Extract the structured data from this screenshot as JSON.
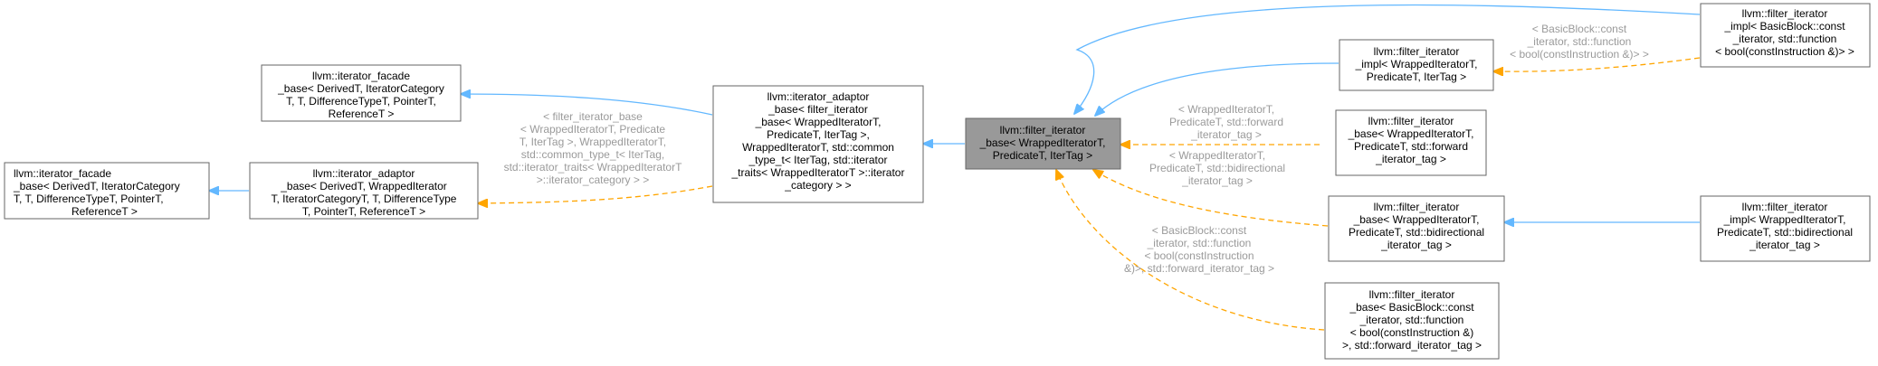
{
  "colors": {
    "inheritance_edge": "#63b8ff",
    "template_edge": "#ffa500",
    "focus_fill": "#999999",
    "node_border": "#666666",
    "edge_label": "#9a9a9a"
  },
  "nodes": {
    "n_facade_left": [
      "llvm::iterator_facade",
      "_base< DerivedT, IteratorCategory",
      "T, T, DifferenceTypeT, PointerT,",
      "ReferenceT >"
    ],
    "n_adaptor_left": [
      "llvm::iterator_adaptor",
      "_base< DerivedT, WrappedIterator",
      "T, IteratorCategoryT, T, DifferenceType",
      "T, PointerT, ReferenceT >"
    ],
    "n_facade_mid": [
      "llvm::iterator_facade",
      "_base< DerivedT, IteratorCategory",
      "T, T, DifferenceTypeT, PointerT,",
      "ReferenceT >"
    ],
    "n_adaptor_mid": [
      "llvm::iterator_adaptor",
      "_base< filter_iterator",
      "_base< WrappedIteratorT,",
      "PredicateT, IterTag >,",
      "WrappedIteratorT, std::common",
      "_type_t< IterTag, std::iterator",
      "_traits< WrappedIteratorT >::iterator",
      "_category > >"
    ],
    "n_focus": [
      "llvm::filter_iterator",
      "_base< WrappedIteratorT,",
      "PredicateT, IterTag >"
    ],
    "n_impl_mid": [
      "llvm::filter_iterator",
      "_impl< WrappedIteratorT,",
      "PredicateT, IterTag >"
    ],
    "n_impl_bb": [
      "llvm::filter_iterator",
      "_impl< BasicBlock::const",
      "_iterator, std::function",
      "< bool(constInstruction &)> >"
    ],
    "n_base_fwd": [
      "llvm::filter_iterator",
      "_base< WrappedIteratorT,",
      "PredicateT, std::forward",
      "_iterator_tag >"
    ],
    "n_base_bidi": [
      "llvm::filter_iterator",
      "_base< WrappedIteratorT,",
      "PredicateT, std::bidirectional",
      "_iterator_tag >"
    ],
    "n_impl_bidi": [
      "llvm::filter_iterator",
      "_impl< WrappedIteratorT,",
      "PredicateT, std::bidirectional",
      "_iterator_tag >"
    ],
    "n_base_bb": [
      "llvm::filter_iterator",
      "_base< BasicBlock::const",
      "_iterator, std::function",
      "< bool(constInstruction &)",
      ">, std::forward_iterator_tag >"
    ]
  },
  "edge_labels": {
    "adaptor_left_tmpl": [
      "< filter_iterator_base",
      "< WrappedIteratorT, Predicate",
      "T, IterTag >, WrappedIteratorT,",
      "std::common_type_t< IterTag,",
      "std::iterator_traits< WrappedIteratorT",
      ">::iterator_category > >"
    ],
    "impl_bb_tmpl": [
      "< BasicBlock::const",
      "_iterator, std::function",
      "< bool(constInstruction &)> >"
    ],
    "base_fwd_tmpl": [
      "< WrappedIteratorT,",
      "PredicateT, std::forward",
      "_iterator_tag >"
    ],
    "base_bidi_tmpl": [
      "< WrappedIteratorT,",
      "PredicateT, std::bidirectional",
      "_iterator_tag >"
    ],
    "base_bb_tmpl": [
      "< BasicBlock::const",
      "_iterator, std::function",
      "< bool(constInstruction",
      "&)>, std::forward_iterator_tag >"
    ]
  }
}
